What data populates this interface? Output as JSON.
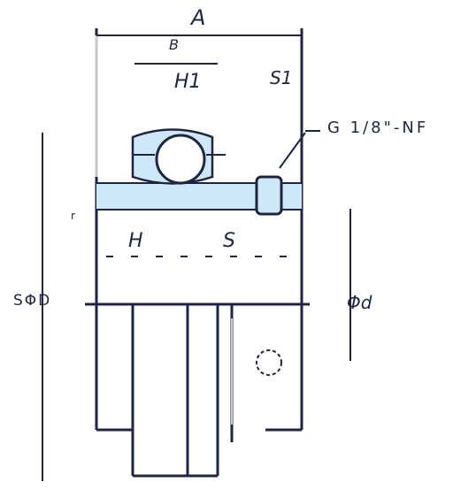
{
  "labels": {
    "width_a": "A",
    "dim_b": "B",
    "dim_b1": "H1",
    "dim_s1": "S1",
    "thread": "G 1/8\"-NF",
    "radius": "r",
    "dim_h": "H",
    "dim_s2": "S",
    "outer_diameter": "SΦD",
    "bore_diameter": "Φd"
  },
  "colors": {
    "line": "#1f2540",
    "highlight": "#cfe8f7",
    "grey_line": "#c8c8c8"
  },
  "icons": {
    "grease_nipple": "grease-nipple-icon",
    "lock_screw": "lock-screw-icon"
  }
}
